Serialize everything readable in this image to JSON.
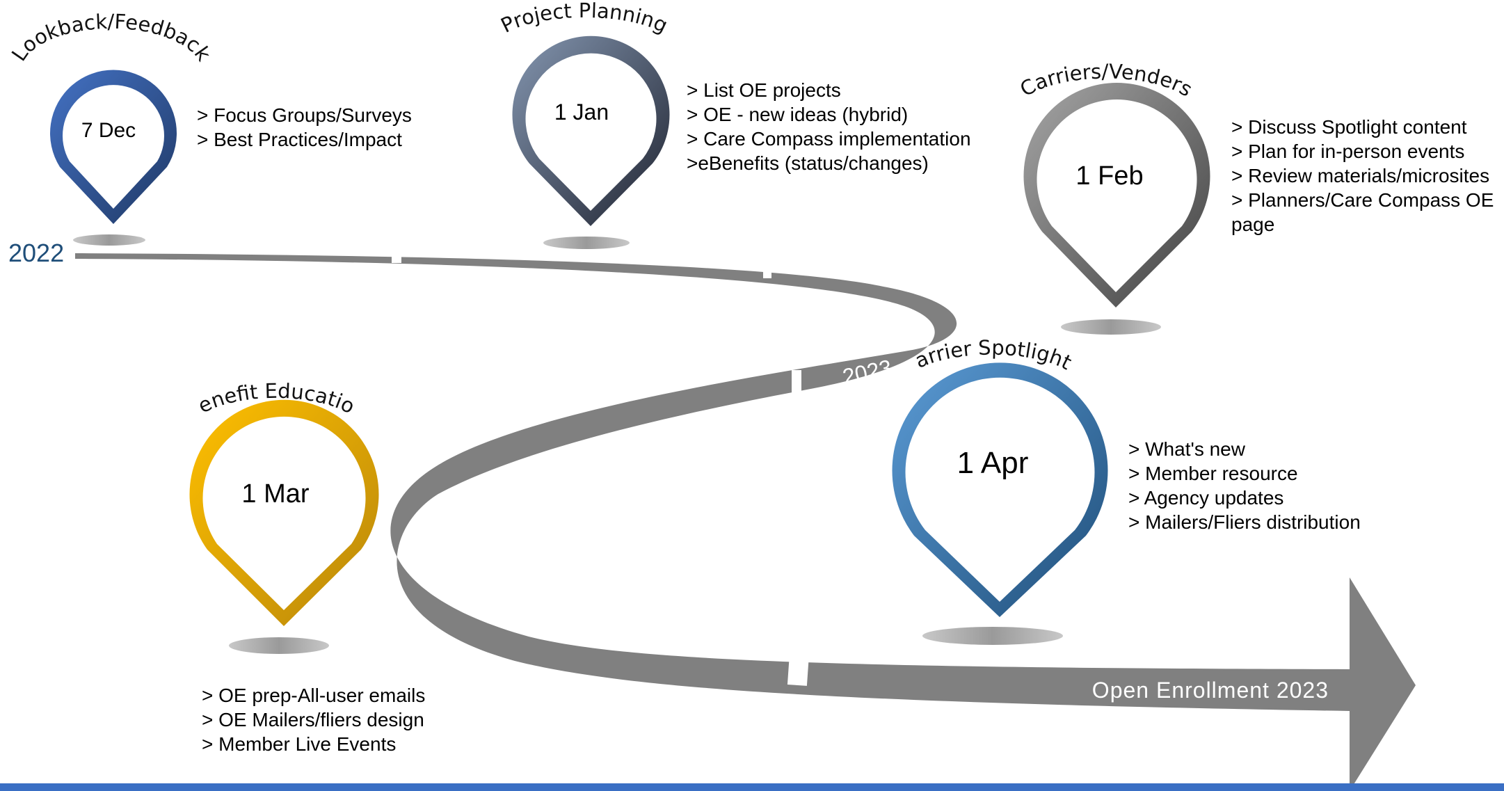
{
  "timeline": {
    "start_year": "2022",
    "mid_year": "2023",
    "end_label": "Open Enrollment 2023",
    "track_color": "#808080"
  },
  "milestones": [
    {
      "title": "Lookback/Feedback",
      "date": "7 Dec",
      "color_light": "#4472c4",
      "color_dark": "#1f3864",
      "notes": [
        "> Focus Groups/Surveys",
        "> Best Practices/Impact"
      ]
    },
    {
      "title": "Project Planning",
      "date": "1 Jan",
      "color_light": "#8496b0",
      "color_dark": "#1f2330",
      "notes": [
        "> List OE projects",
        "> OE - new ideas (hybrid)",
        "> Care Compass implementation",
        ">eBenefits (status/changes)"
      ]
    },
    {
      "title": "Carriers/Venders",
      "date": "1 Feb",
      "color_light": "#a6a6a6",
      "color_dark": "#404040",
      "notes": [
        "> Discuss Spotlight content",
        "> Plan for in-person events",
        "> Review materials/microsites",
        "> Planners/Care Compass OE page"
      ]
    },
    {
      "title": "Benefit Education",
      "date": "1 Mar",
      "color_light": "#ffc000",
      "color_dark": "#b8860b",
      "notes": [
        "> OE prep-All-user emails",
        "> OE Mailers/fliers design",
        "> Member Live Events"
      ]
    },
    {
      "title": "Carrier Spotlights",
      "date": "1 Apr",
      "color_light": "#5b9bd5",
      "color_dark": "#1f4e79",
      "notes": [
        "> What's new",
        "> Member resource",
        "> Agency updates",
        "> Mailers/Fliers distribution"
      ]
    }
  ]
}
